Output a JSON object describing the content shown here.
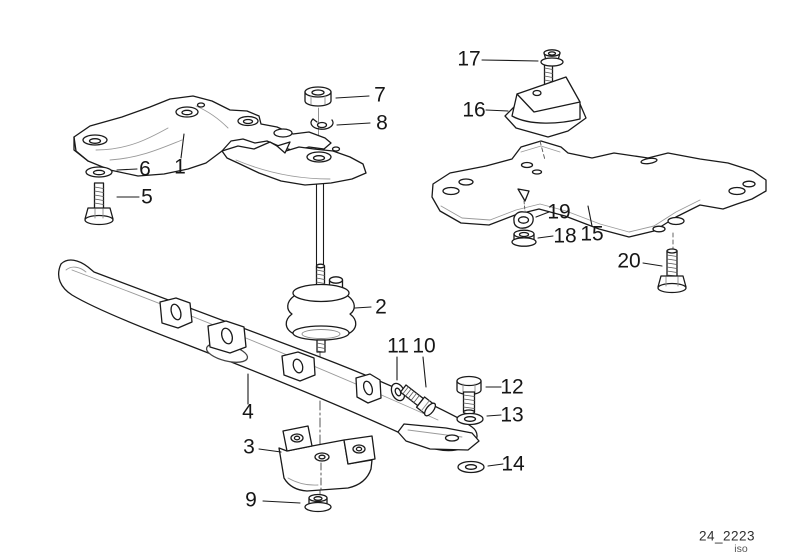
{
  "figure": {
    "code": "24_2223",
    "projection": "iso"
  },
  "callouts": [
    "1",
    "2",
    "3",
    "4",
    "5",
    "6",
    "7",
    "8",
    "9",
    "10",
    "11",
    "12",
    "13",
    "14",
    "15",
    "16",
    "17",
    "18",
    "19",
    "20"
  ]
}
